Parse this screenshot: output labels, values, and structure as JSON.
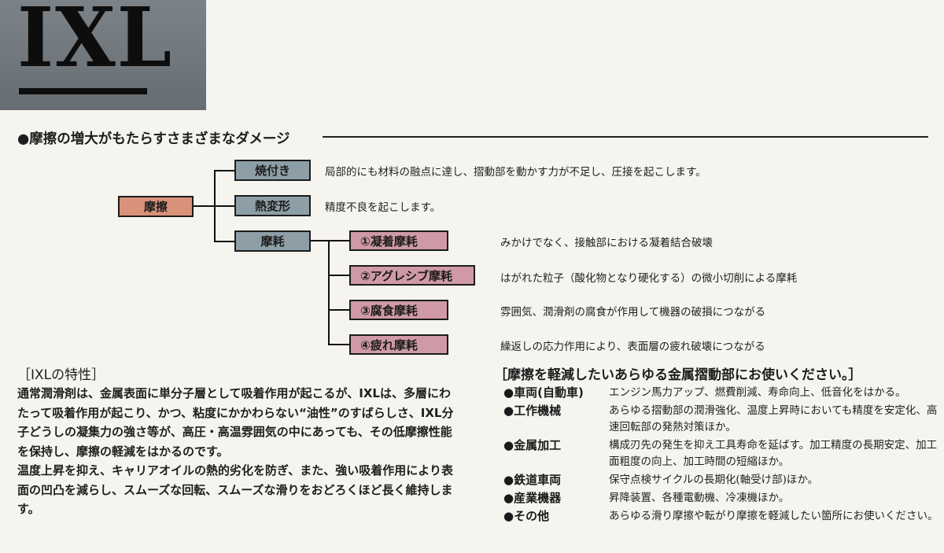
{
  "logo": {
    "text": "IXL",
    "panel_color": "#6f767c"
  },
  "section": {
    "title": "●摩擦の増大がもたらすさまざまなダメージ"
  },
  "diagram": {
    "root": {
      "label": "摩擦",
      "color": "#d9917a"
    },
    "branches": [
      {
        "label": "焼付き",
        "description": "局部的にも材料の融点に達し、摺動部を動かす力が不足し、圧接を起こします。"
      },
      {
        "label": "熱変形",
        "description": "精度不良を起こします。"
      },
      {
        "label": "摩耗",
        "description": ""
      }
    ],
    "branch_color": "#8e9ea6",
    "wear_types": [
      {
        "label": "①凝着摩耗",
        "description": "みかけでなく、接触部における凝着結合破壊"
      },
      {
        "label": "②アグレシブ摩耗",
        "description": "はがれた粒子（酸化物となり硬化する）の微小切削による摩耗"
      },
      {
        "label": "③腐食摩耗",
        "description": "雰囲気、潤滑剤の腐食が作用して機器の破損につながる"
      },
      {
        "label": "④疲れ摩耗",
        "description": "繰返しの応力作用により、表面層の疲れ破壊につながる"
      }
    ],
    "wear_color": "#cf9aa6"
  },
  "properties": {
    "heading": "［IXLの特性］",
    "paragraphs": [
      "通常潤滑剤は、金属表面に単分子層として吸着作用が起こるが、IXLは、多層にわたって吸着作用が起こり、かつ、粘度にかかわらない“油性”のすばらしさ、IXL分子どうしの凝集力の強さ等が、高圧・高温雰囲気の中にあっても、その低摩擦性能を保持し、摩擦の軽減をはかるのです。",
      "温度上昇を抑え、キャリアオイルの熱的劣化を防ぎ、また、強い吸着作用により表面の凹凸を減らし、スムーズな回転、スムーズな滑りをおどろくほど長く維持します。"
    ]
  },
  "applications": {
    "heading": "［摩擦を軽減したいあらゆる金属摺動部にお使いください。］",
    "items": [
      {
        "category": "●車両(自動車)",
        "text": "エンジン馬力アップ、燃費削減、寿命向上、低音化をはかる。"
      },
      {
        "category": "●工作機械",
        "text": "あらゆる摺動部の潤滑強化、温度上昇時においても精度を安定化、高速回転部の発熱対策ほか。"
      },
      {
        "category": "●金属加工",
        "text": "構成刃先の発生を抑え工具寿命を延ばす。加工精度の長期安定、加工面粗度の向上、加工時間の短縮ほか。"
      },
      {
        "category": "●鉄道車両",
        "text": "保守点検サイクルの長期化(軸受け部)ほか。"
      },
      {
        "category": "●産業機器",
        "text": "昇降装置、各種電動機、冷凍機ほか。"
      },
      {
        "category": "●その他",
        "text": "あらゆる滑り摩擦や転がり摩擦を軽減したい箇所にお使いください。"
      }
    ]
  }
}
